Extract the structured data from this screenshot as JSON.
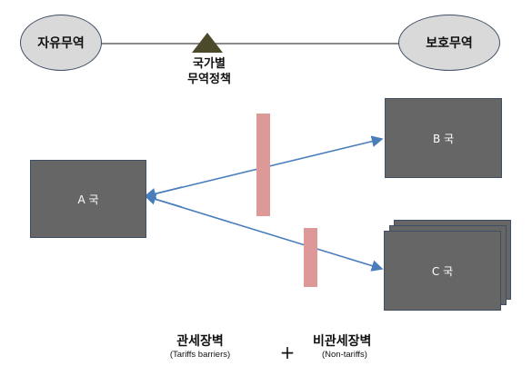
{
  "spectrum": {
    "left_label": "자유무역",
    "right_label": "보호무역",
    "pointer_label_line1": "국가별",
    "pointer_label_line2": "무역정책"
  },
  "countries": {
    "a": "A 국",
    "b": "B 국",
    "c": "C 국"
  },
  "legend": {
    "tariff_title": "관세장벽",
    "tariff_subtitle": "(Tariffs barriers)",
    "plus": "+",
    "nontariff_title": "비관세장벽",
    "nontariff_subtitle": "(Non-tariffs)"
  },
  "colors": {
    "box_fill": "#666666",
    "box_border": "#3f4f64",
    "oval_fill": "#d9d9d9",
    "arrow": "#4a7ebb",
    "barrier": "#dd9898",
    "pointer": "#4d4a2c"
  }
}
